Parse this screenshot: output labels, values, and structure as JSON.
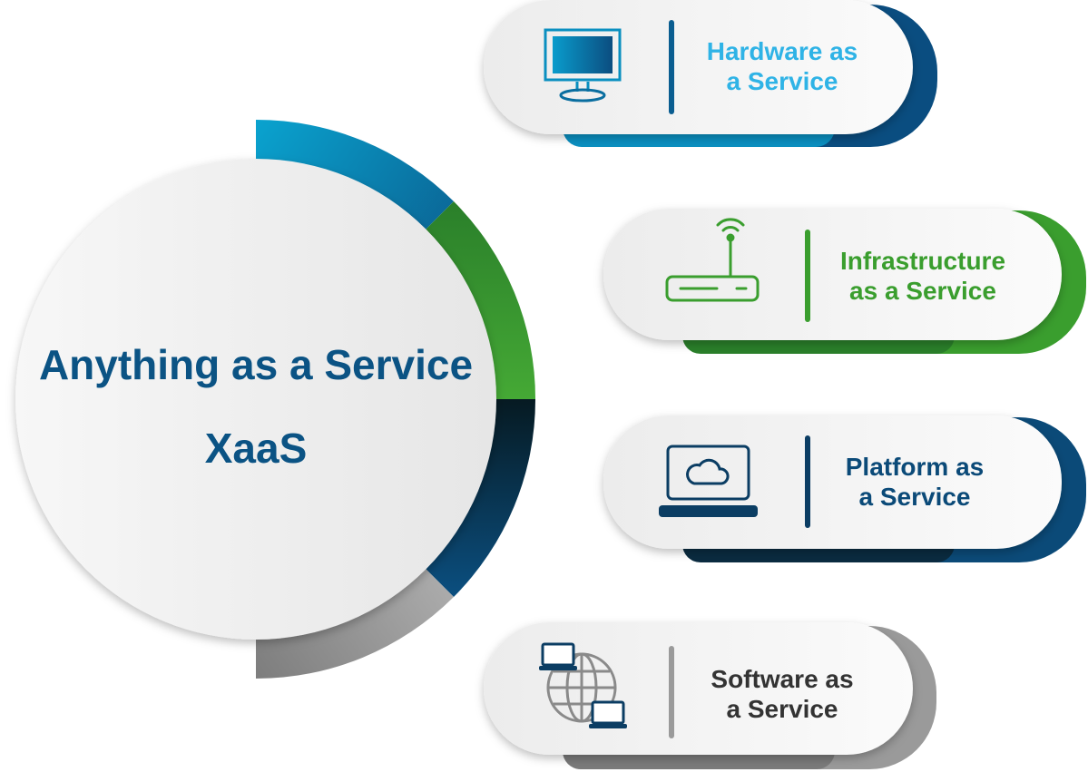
{
  "center": {
    "title_line1": "Anything as a Service",
    "title_line2": "XaaS",
    "color": "#0b5384"
  },
  "cards": [
    {
      "line1": "Hardware as",
      "line2": "a Service",
      "icon": "monitor-icon",
      "color": "#2fb3e6",
      "accent": "#0a4d80"
    },
    {
      "line1": "Infrastructure",
      "line2": "as a Service",
      "icon": "wifi-router-icon",
      "color": "#3a9e2e",
      "accent": "#3a9e2e"
    },
    {
      "line1": "Platform as",
      "line2": "a Service",
      "icon": "laptop-cloud-icon",
      "color": "#0b4a78",
      "accent": "#0b3d63"
    },
    {
      "line1": "Software as",
      "line2": "a Service",
      "icon": "globe-network-icon",
      "color": "#333333",
      "accent": "#9a9a9a"
    }
  ]
}
